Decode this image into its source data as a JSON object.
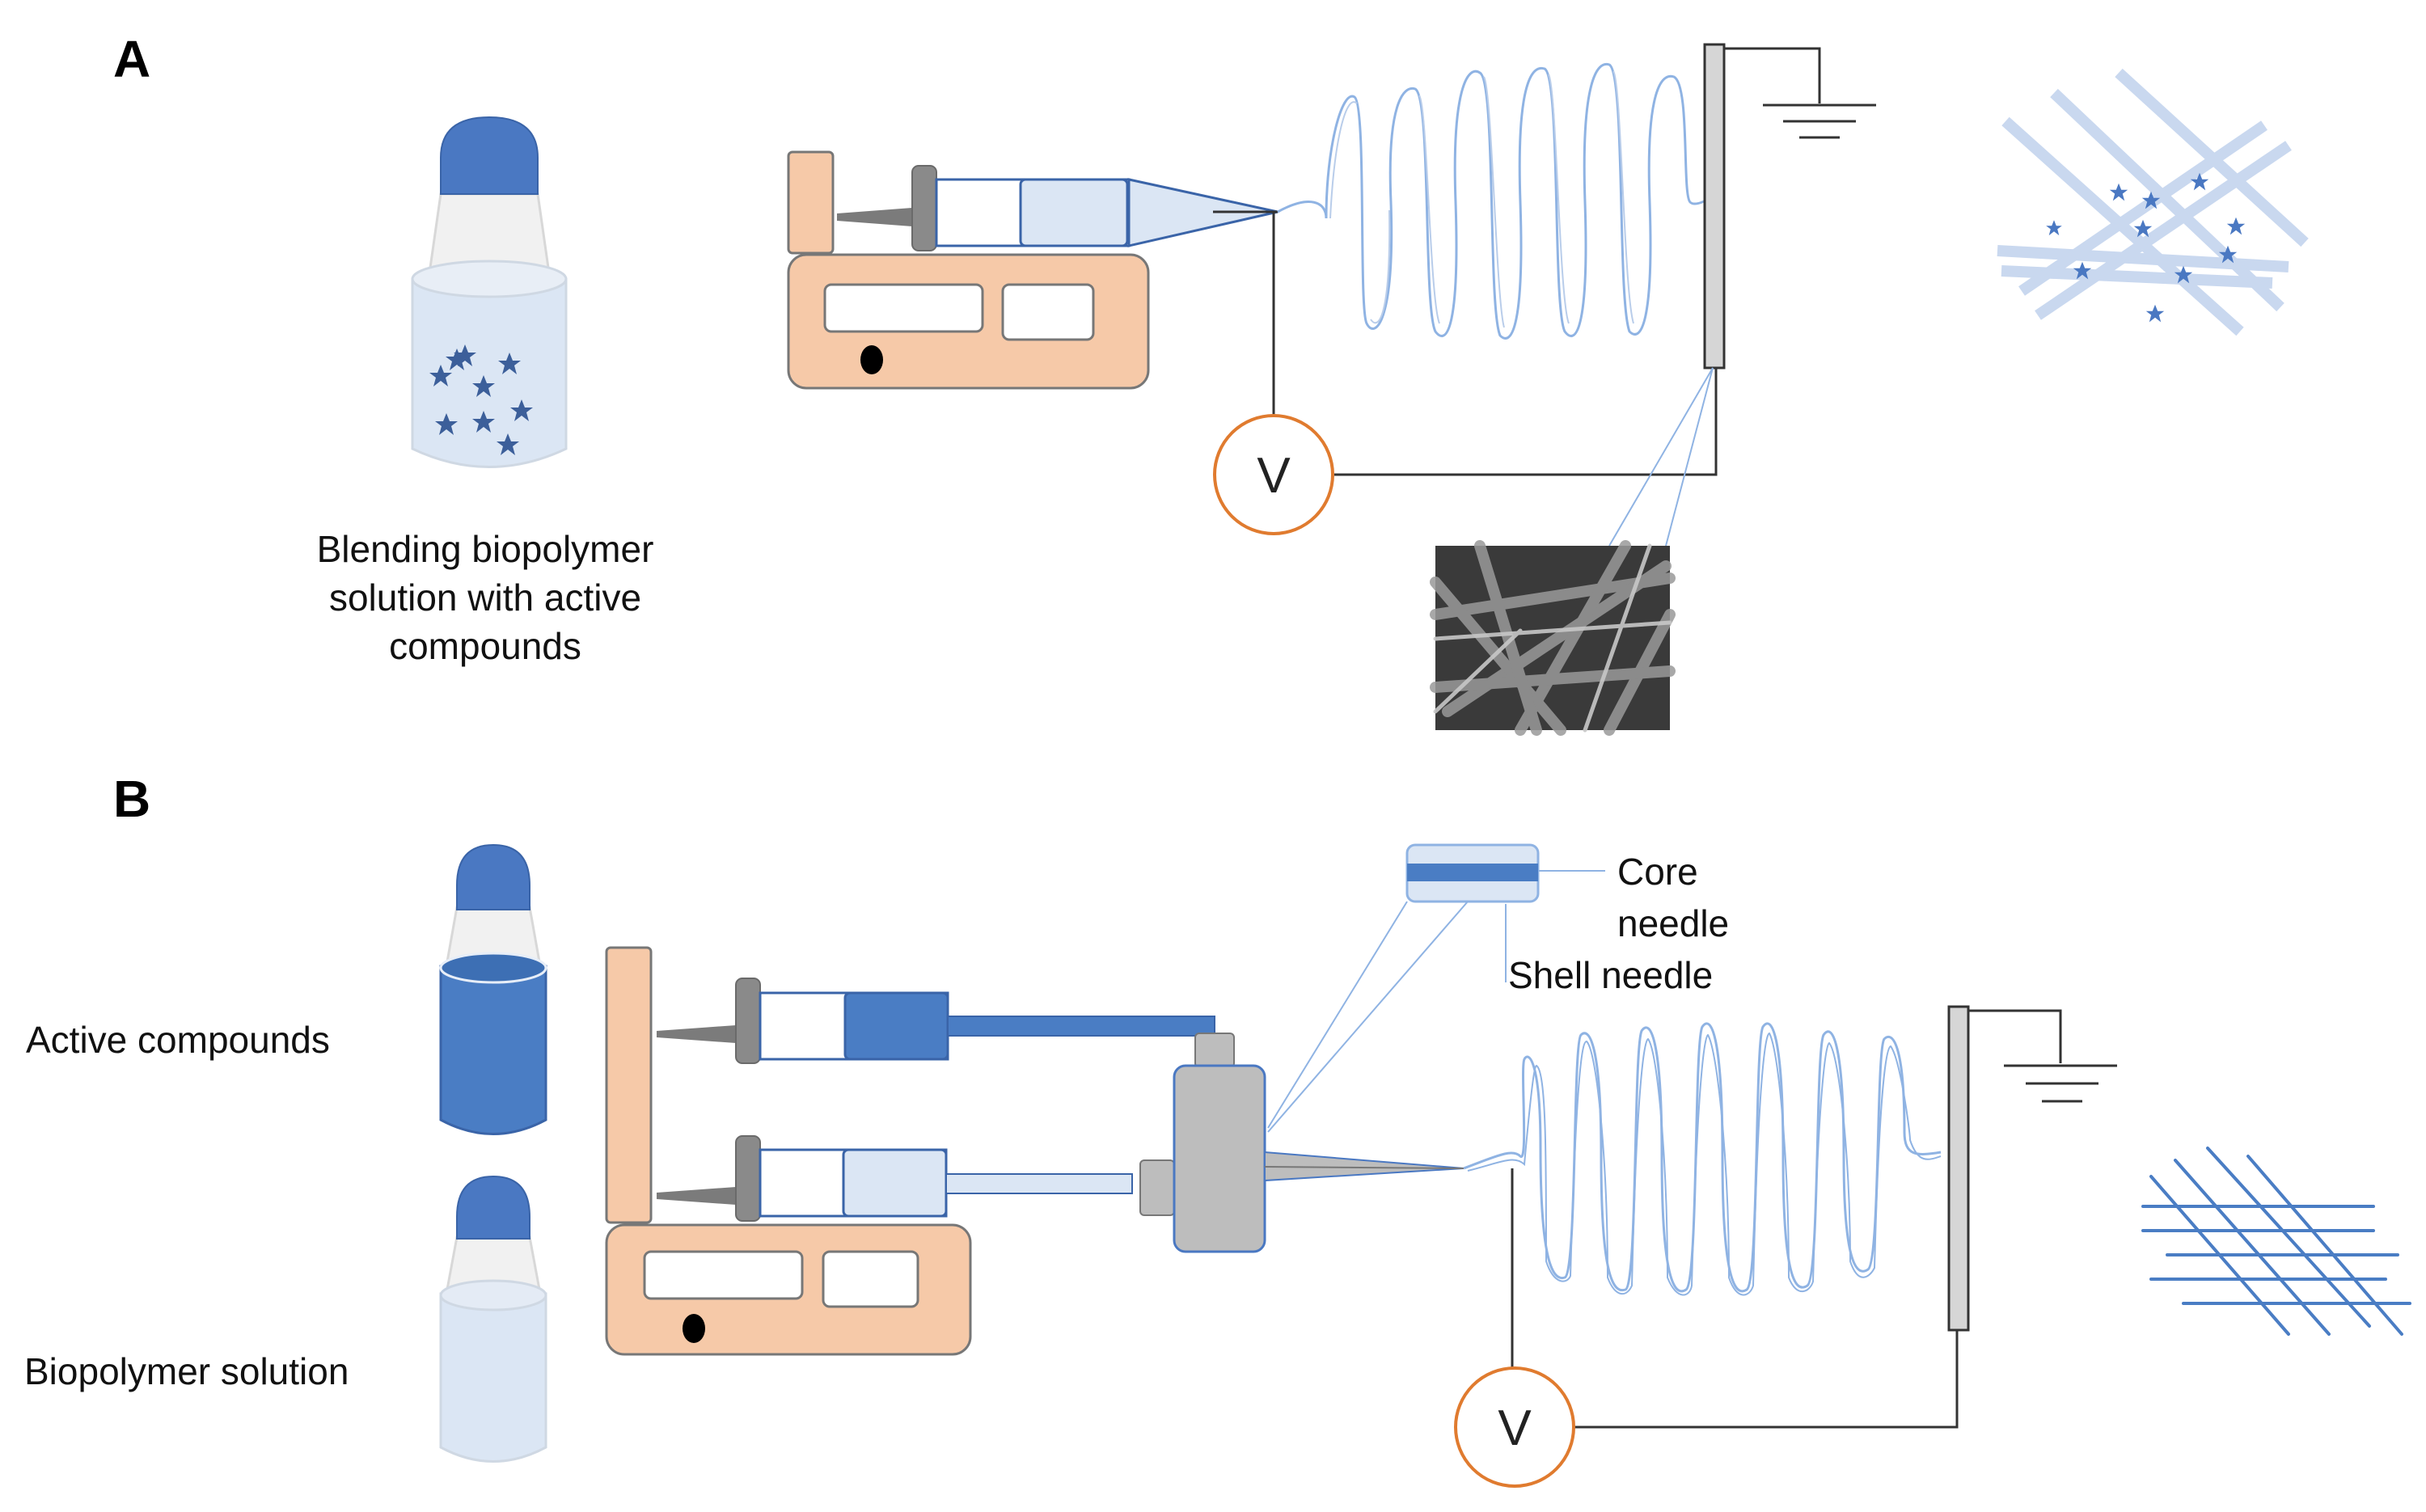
{
  "panels": {
    "a": {
      "label": "A",
      "caption_lines": [
        "Blending biopolymer",
        "solution with active",
        "compounds"
      ],
      "voltmeter_label": "V"
    },
    "b": {
      "label": "B",
      "active_label": "Active compounds",
      "biopolymer_label": "Biopolymer solution",
      "core_needle_lines": [
        "Core",
        "needle"
      ],
      "shell_needle_label": "Shell needle",
      "voltmeter_label": "V"
    }
  },
  "colors": {
    "pump": "#f6c9a8",
    "cap": "#4a78c2",
    "liquid_light": "#dbe6f4",
    "liquid_dark": "#4a7dc4",
    "fiber": "#8fb3e3",
    "voltmeter_ring": "#e07b2f",
    "plunger": "#8a8a8a"
  },
  "icons": [
    "bottle-icon",
    "syringe-pump-icon",
    "voltmeter-icon",
    "ground-icon",
    "coaxial-nozzle-icon",
    "sem-image-icon",
    "star-icon"
  ]
}
